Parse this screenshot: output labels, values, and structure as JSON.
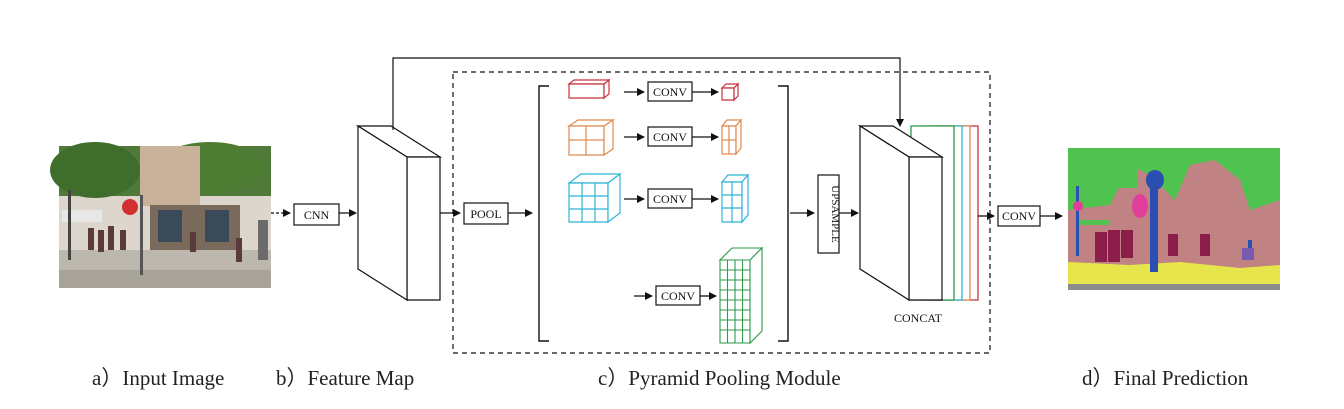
{
  "diagram": {
    "labels": {
      "cnn": "CNN",
      "pool": "POOL",
      "conv": "CONV",
      "upsample": "UPSAMPLE",
      "concat": "CONCAT"
    },
    "captions": {
      "input": "a）Input Image",
      "feature_map": "b）Feature Map",
      "ppm": "c）Pyramid Pooling Module",
      "prediction": "d）Final Prediction"
    },
    "pyramid_colors": [
      "#c8323c",
      "#e08a50",
      "#2fb4d8",
      "#2e9a4a"
    ],
    "segmentation_colors": {
      "sky": "#4fc24f",
      "building": "#c08282",
      "road": "#e6e64c",
      "sidewalk": "#8c8c8c",
      "person": "#8c1e4a",
      "pole": "#2a4fb0",
      "sign": "#e0409a"
    }
  }
}
